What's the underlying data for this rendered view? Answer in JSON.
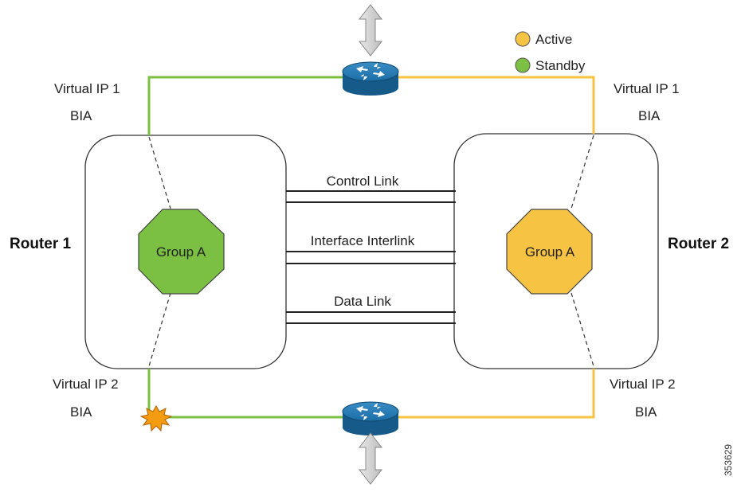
{
  "legend": {
    "active": {
      "label": "Active",
      "color": "#f7c342"
    },
    "standby": {
      "label": "Standby",
      "color": "#7bc043"
    }
  },
  "router1": {
    "name": "Router 1",
    "group": "Group A",
    "virtual_ip_top": "Virtual IP 1",
    "bia_top": "BIA",
    "virtual_ip_bottom": "Virtual IP 2",
    "bia_bottom": "BIA"
  },
  "router2": {
    "name": "Router 2",
    "group": "Group A",
    "virtual_ip_top": "Virtual IP 1",
    "bia_top": "BIA",
    "virtual_ip_bottom": "Virtual IP 2",
    "bia_bottom": "BIA"
  },
  "links": {
    "control": "Control Link",
    "interface": "Interface Interlink",
    "data": "Data Link"
  },
  "figure_id": "353629",
  "colors": {
    "standby_path": "#7bc043",
    "active_path": "#f7c342",
    "router_icon": "#1b6fa6",
    "fault_star": "#f39c12"
  }
}
